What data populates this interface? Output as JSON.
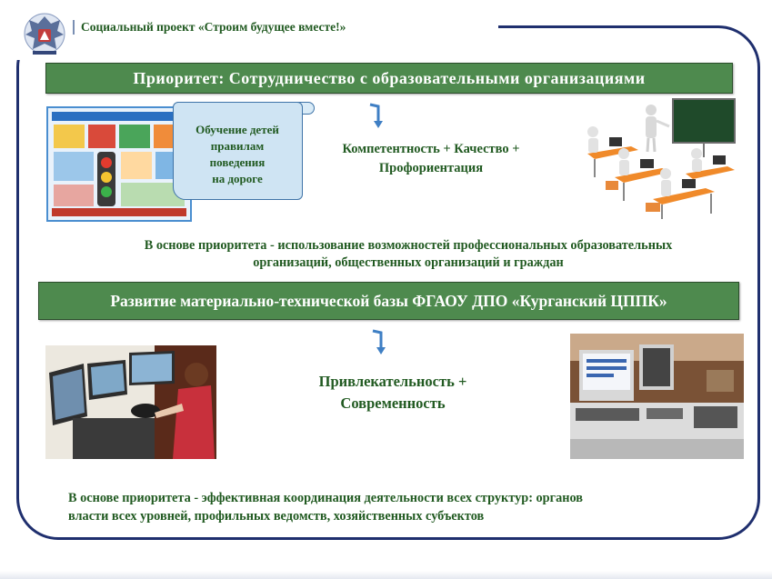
{
  "header": {
    "project_title": "Социальный проект «Строим будущее вместе!»",
    "emblem_icon": "double-headed-eagle-emblem-icon"
  },
  "section1": {
    "banner": "Приоритет: Сотрудничество с образовательными организациями",
    "callout_lines": [
      "Обучение детей",
      "правилам",
      "поведения",
      "на дороге"
    ],
    "center_lines": [
      "Компетентность + Качество +",
      "Профориентация"
    ],
    "basis_lines": [
      "В основе приоритета - использование возможностей профессиональных образовательных",
      "организаций, общественных организаций и граждан"
    ]
  },
  "section2": {
    "banner": "Развитие материально-технической базы ФГАОУ ДПО «Курганский ЦППК»",
    "center_lines": [
      "Привлекательность +",
      "Современность"
    ],
    "basis_lines": [
      "В основе приоритета - эффективная координация деятельности всех структур: органов",
      "власти всех уровней, профильных ведомств, хозяйственных субъектов"
    ]
  },
  "colors": {
    "text_green": "#215a21",
    "banner_green": "#4e8a4e",
    "frame_navy": "#1f2f6e",
    "arrow_blue": "#3f7fc4",
    "callout_blue": "#cfe4f3"
  },
  "icons": {
    "arrow": "bent-down-arrow-icon",
    "classroom": "classroom-figures-icon"
  }
}
